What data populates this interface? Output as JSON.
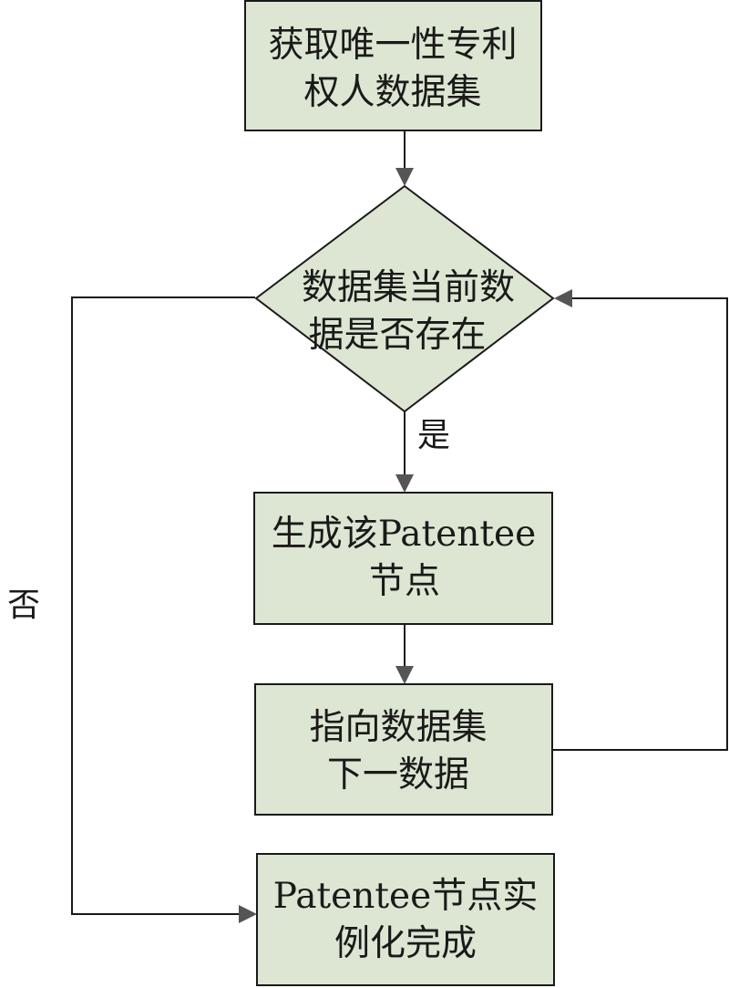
{
  "colors": {
    "box_fill": "#dce6d2",
    "box_stroke": "#1a1a1a",
    "line": "#1a1a1a",
    "arrow": "#555555"
  },
  "nodes": {
    "get_dataset": {
      "line1": "获取唯一性专利",
      "line2": "权人数据集"
    },
    "check_exists": {
      "line1": "数据集当前数",
      "line2": "据是否存在"
    },
    "create_node": {
      "line1": "生成该Patentee",
      "line2": "节点"
    },
    "next_item": {
      "line1": "指向数据集",
      "line2": "下一数据"
    },
    "done": {
      "line1": "Patentee节点实",
      "line2": "例化完成"
    }
  },
  "edges": {
    "yes_label": "是",
    "no_label": "否"
  }
}
